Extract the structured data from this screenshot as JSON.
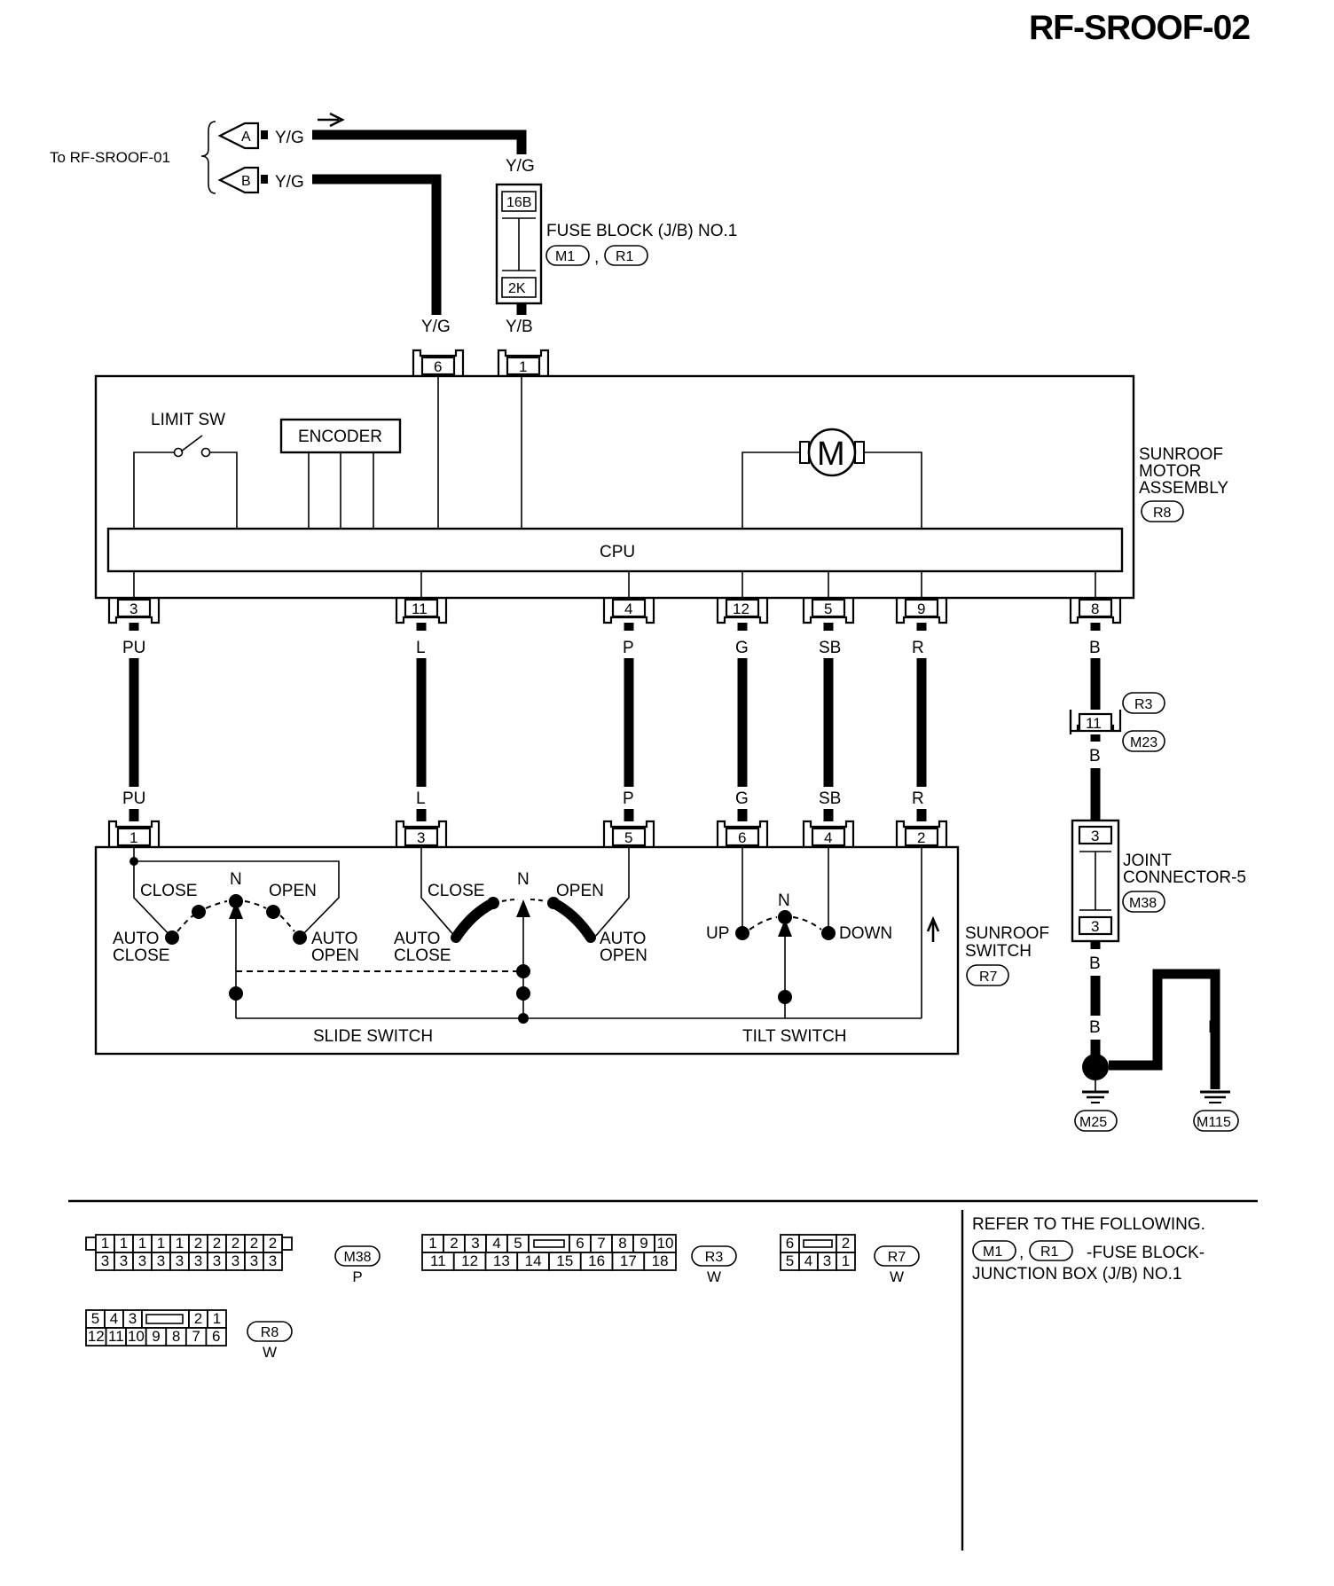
{
  "page_id": "RF-SROOF-02",
  "to_label": "To RF-SROOF-01",
  "ext_connectors": {
    "a": "A",
    "b": "B",
    "wire": "Y/G"
  },
  "fuse_block": {
    "top_wire": "Y/G",
    "top_pin": "16B",
    "bottom_pin": "2K",
    "label": "FUSE BLOCK (J/B) NO.1",
    "conn1": "M1",
    "sep": ",",
    "conn2": "R1"
  },
  "motor_assembly": {
    "name_line1": "SUNROOF",
    "name_line2": "MOTOR",
    "name_line3": "ASSEMBLY",
    "connector": "R8",
    "limit_sw": "LIMIT SW",
    "encoder": "ENCODER",
    "cpu": "CPU",
    "motor": "M",
    "top_pins": [
      {
        "wire": "Y/G",
        "pin": "6"
      },
      {
        "wire": "Y/B",
        "pin": "1"
      }
    ],
    "bottom_pins": [
      {
        "pin": "3",
        "wire": "PU"
      },
      {
        "pin": "11",
        "wire": "L"
      },
      {
        "pin": "4",
        "wire": "P"
      },
      {
        "pin": "12",
        "wire": "G"
      },
      {
        "pin": "5",
        "wire": "SB"
      },
      {
        "pin": "9",
        "wire": "R"
      },
      {
        "pin": "8",
        "wire": "B"
      }
    ]
  },
  "sunroof_switch": {
    "name_line1": "SUNROOF",
    "name_line2": "SWITCH",
    "connector": "R7",
    "pins": [
      {
        "wire": "PU",
        "pin": "1"
      },
      {
        "wire": "L",
        "pin": "3"
      },
      {
        "wire": "P",
        "pin": "5"
      },
      {
        "wire": "G",
        "pin": "6"
      },
      {
        "wire": "SB",
        "pin": "4"
      },
      {
        "wire": "R",
        "pin": "2"
      }
    ],
    "close": "CLOSE",
    "open": "OPEN",
    "n": "N",
    "auto": "AUTO",
    "up": "UP",
    "down": "DOWN",
    "slide_switch": "SLIDE SWITCH",
    "tilt_switch": "TILT SWITCH"
  },
  "ground_path": {
    "inline_pin": "11",
    "inline_conn_top": "R3",
    "inline_conn_bottom": "M23",
    "wire_after": "B",
    "joint_pin_top": "3",
    "joint_pin_bottom": "3",
    "joint_line1": "JOINT",
    "joint_line2": "CONNECTOR-5",
    "joint_conn": "M38",
    "wire_b": "B",
    "ground1": "M25",
    "ground2": "M115"
  },
  "connector_views": {
    "m38": {
      "row1": [
        "1",
        "1",
        "1",
        "1",
        "1",
        "2",
        "2",
        "2",
        "2",
        "2"
      ],
      "row2": [
        "3",
        "3",
        "3",
        "3",
        "3",
        "3",
        "3",
        "3",
        "3",
        "3"
      ],
      "id": "M38",
      "color": "P"
    },
    "r3": {
      "row1": [
        "1",
        "2",
        "3",
        "4",
        "5",
        "6",
        "7",
        "8",
        "9",
        "10"
      ],
      "row2": [
        "11",
        "12",
        "13",
        "14",
        "15",
        "16",
        "17",
        "18"
      ],
      "id": "R3",
      "color": "W"
    },
    "r7": {
      "row1": [
        "6",
        "2"
      ],
      "row2": [
        "5",
        "4",
        "3",
        "1"
      ],
      "id": "R7",
      "color": "W"
    },
    "r8": {
      "row1": [
        "5",
        "4",
        "3",
        "2",
        "1"
      ],
      "row2": [
        "12",
        "11",
        "10",
        "9",
        "8",
        "7",
        "6"
      ],
      "id": "R8",
      "color": "W"
    }
  },
  "reference": {
    "line1": "REFER TO THE FOLLOWING.",
    "conn1": "M1",
    "sep": ",",
    "conn2": "R1",
    "suffix": "-FUSE BLOCK-",
    "line3": "JUNCTION BOX (J/B) NO.1"
  }
}
